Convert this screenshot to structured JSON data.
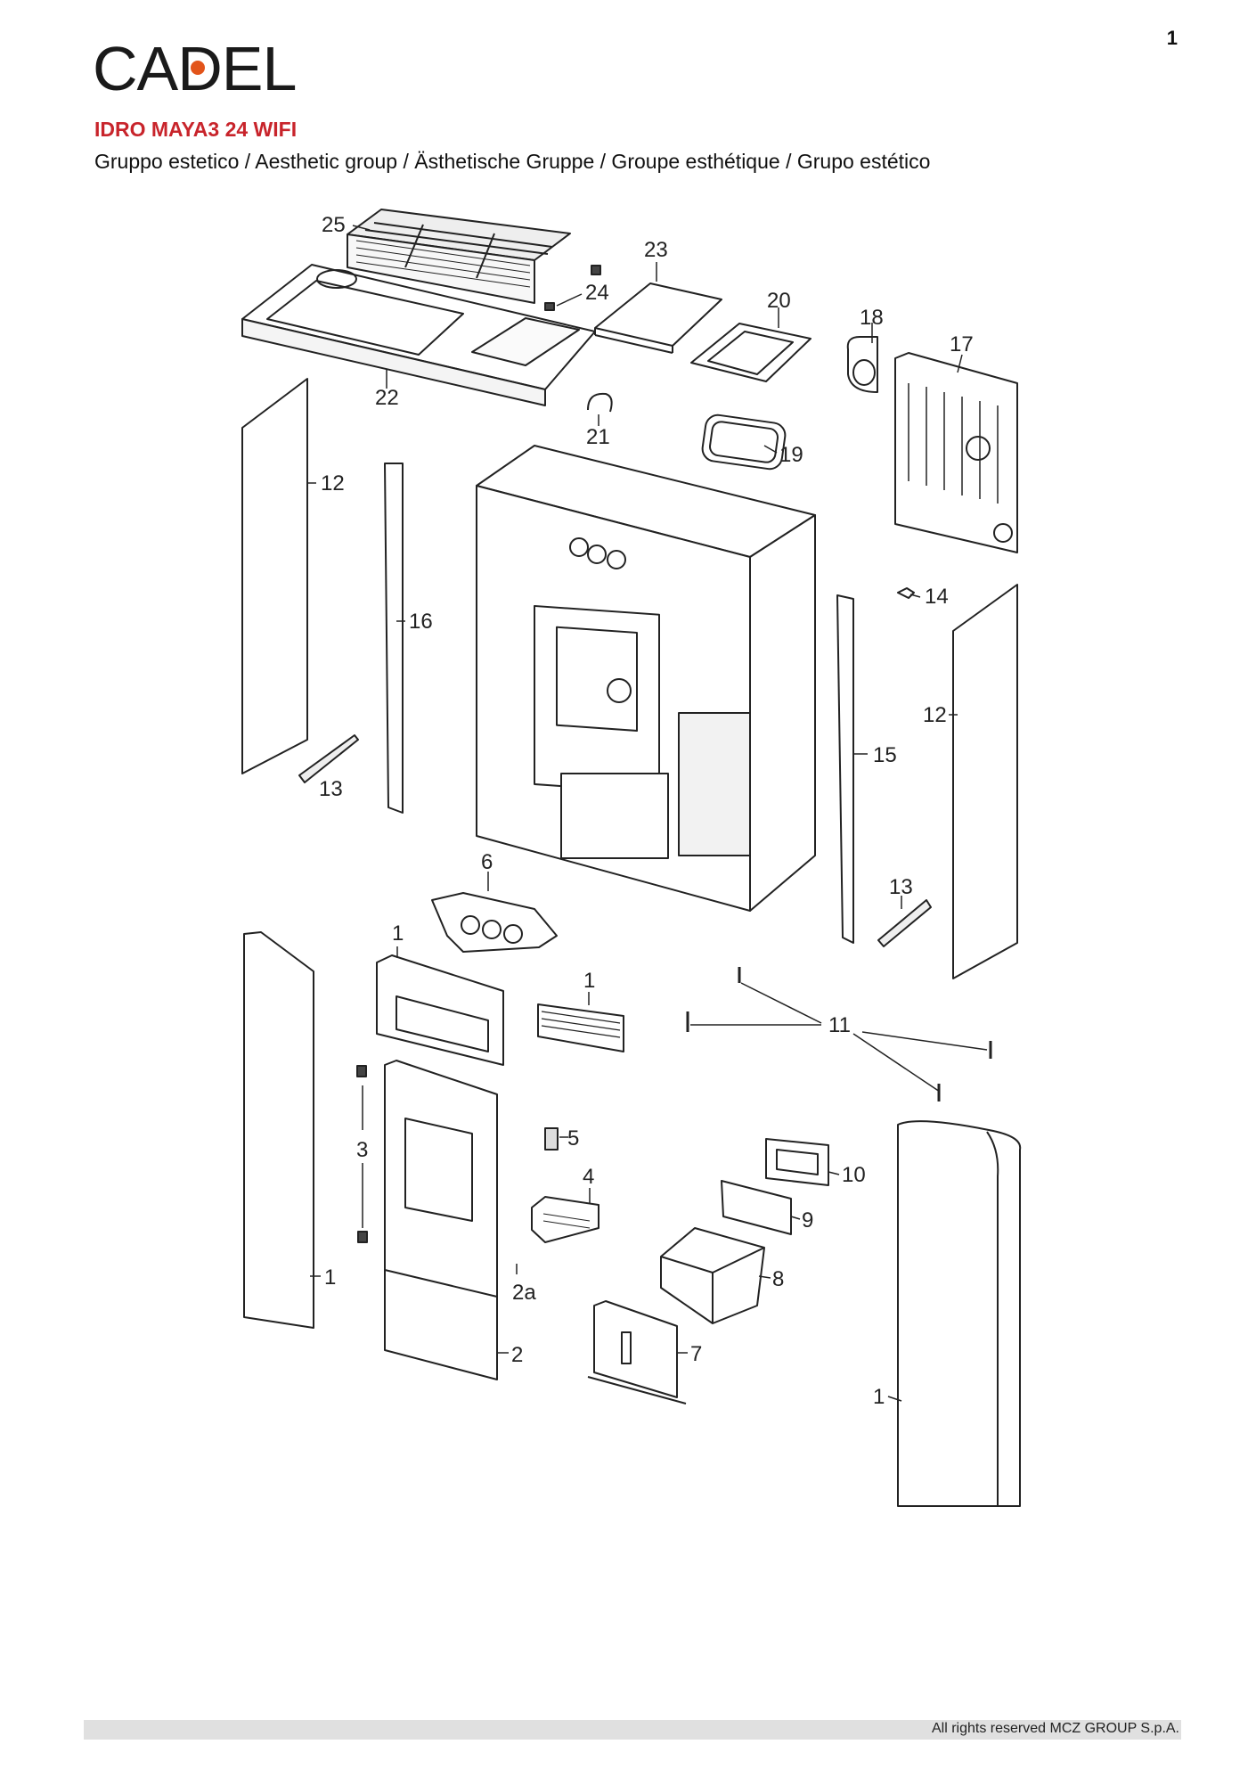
{
  "page_number": "1",
  "brand": {
    "name": "CADEL",
    "accent_color": "#e2541a"
  },
  "product_title": "IDRO MAYA3 24 WIFI",
  "group_subtitle": "Gruppo estetico / Aesthetic group / Ästhetische Gruppe / Groupe esthétique / Grupo estético",
  "callouts": [
    {
      "id": "c25",
      "label": "25"
    },
    {
      "id": "c23",
      "label": "23"
    },
    {
      "id": "c24",
      "label": "24"
    },
    {
      "id": "c20",
      "label": "20"
    },
    {
      "id": "c18",
      "label": "18"
    },
    {
      "id": "c17",
      "label": "17"
    },
    {
      "id": "c22",
      "label": "22"
    },
    {
      "id": "c21",
      "label": "21"
    },
    {
      "id": "c19",
      "label": "19"
    },
    {
      "id": "c12a",
      "label": "12"
    },
    {
      "id": "c16",
      "label": "16"
    },
    {
      "id": "c13a",
      "label": "13"
    },
    {
      "id": "c14",
      "label": "14"
    },
    {
      "id": "c12b",
      "label": "12"
    },
    {
      "id": "c15",
      "label": "15"
    },
    {
      "id": "c6",
      "label": "6"
    },
    {
      "id": "c13b",
      "label": "13"
    },
    {
      "id": "c1a",
      "label": "1"
    },
    {
      "id": "c1b",
      "label": "1"
    },
    {
      "id": "c11",
      "label": "11"
    },
    {
      "id": "c3",
      "label": "3"
    },
    {
      "id": "c5",
      "label": "5"
    },
    {
      "id": "c4",
      "label": "4"
    },
    {
      "id": "c10",
      "label": "10"
    },
    {
      "id": "c9",
      "label": "9"
    },
    {
      "id": "c8",
      "label": "8"
    },
    {
      "id": "c1c",
      "label": "1"
    },
    {
      "id": "c2a",
      "label": "2a"
    },
    {
      "id": "c2",
      "label": "2"
    },
    {
      "id": "c7",
      "label": "7"
    },
    {
      "id": "c1d",
      "label": "1"
    }
  ],
  "footer": "All rights reserved MCZ GROUP S.p.A."
}
